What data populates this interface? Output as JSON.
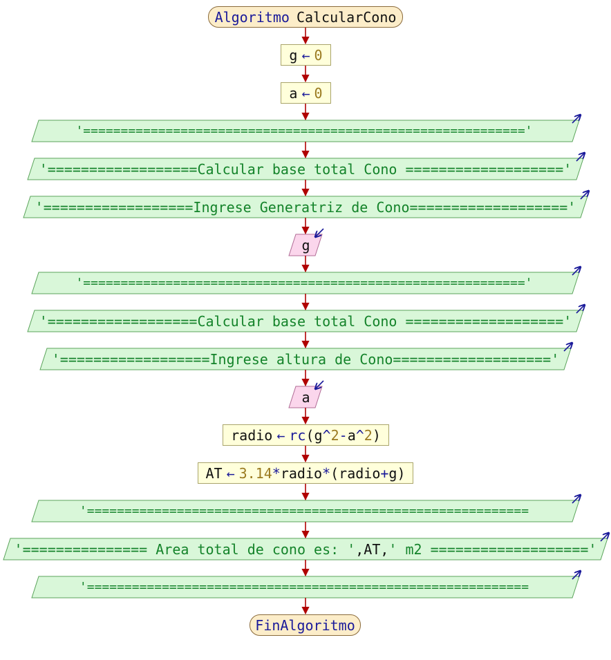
{
  "flowchart": {
    "start": {
      "keyword": "Algoritmo",
      "name": "CalcularCono"
    },
    "assign_g": {
      "var": "g",
      "op": "←",
      "value": "0"
    },
    "assign_a": {
      "var": "a",
      "op": "←",
      "value": "0"
    },
    "write_sep_1": "'==========================================================='",
    "write_title_1": "'==================Calcular base total Cono ==================='",
    "write_prompt_g": "'==================Ingrese Generatriz de Cono==================='",
    "read_g": "g",
    "write_sep_2": "'==========================================================='",
    "write_title_2": "'==================Calcular base total Cono ==================='",
    "write_prompt_a": "'==================Ingrese altura de Cono==================='",
    "read_a": "a",
    "assign_radio": {
      "var": "radio",
      "op": "←",
      "fn": "rc",
      "p1": "(g",
      "c1": "^",
      "n1": "2",
      "minus": "-",
      "a": "a",
      "c2": "^",
      "n2": "2",
      "p2": ")"
    },
    "assign_at": {
      "var": "AT",
      "op": "←",
      "num": "3.14",
      "m1": "*",
      "radio1": "radio",
      "m2": "*",
      "paren_open": "(",
      "radio2": "radio",
      "plus": "+",
      "g": "g",
      "paren_close": ")"
    },
    "write_sep_3": "'===========================================================",
    "write_result": {
      "s1": "'=============== Area total de cono es: '",
      "comma1": ",",
      "var": "AT",
      "comma2": ",",
      "s2": "' m2 ==================='"
    },
    "write_sep_4": "'===========================================================",
    "end": "FinAlgoritmo"
  },
  "colors": {
    "arrow": "#b00000",
    "terminal_fill": "#fcedc9",
    "assign_fill": "#ffffdb",
    "io_fill": "#d9f7d9",
    "read_fill": "#fbd6ec",
    "keyword": "#1a1a9a",
    "string": "#14832a",
    "number": "#9a7a20"
  }
}
